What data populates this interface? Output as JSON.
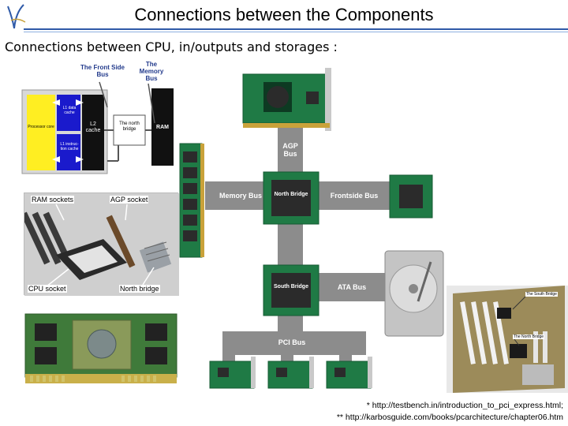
{
  "header": {
    "title": "Connections between the Components",
    "subtitle": "Connections between CPU, in/outputs and storages :"
  },
  "cache_diagram": {
    "front_side_bus": "The Front Side Bus",
    "memory_bus": "The Memory Bus",
    "l1_data_cache": "L1 data cache",
    "l2_cache": "L2 cache",
    "processor_core": "Processor core",
    "l1_instruction_cache": "L1 instruc-tion cache",
    "north_bridge": "The north bridge",
    "ram": "RAM"
  },
  "motherboard_photo": {
    "ram_sockets": "RAM sockets",
    "agp_socket": "AGP socket",
    "cpu_socket": "CPU socket",
    "north_bridge": "North bridge"
  },
  "bus_diagram": {
    "agp_bus": "AGP Bus",
    "memory_bus": "Memory Bus",
    "north_bridge": "North Bridge",
    "frontside_bus": "Frontside Bus",
    "south_bridge": "South Bridge",
    "ata_bus": "ATA Bus",
    "pci_bus": "PCI Bus"
  },
  "board_photo": {
    "south_bridge": "The South Bridge",
    "north_bridge": "The North Bridge"
  },
  "footnotes": {
    "line1": "* http://testbench.in/introduction_to_pci_express.html;",
    "line2": "** http://karbosguide.com/books/pcarchitecture/chapter06.htm"
  },
  "colors": {
    "rule": "#2f5aa8",
    "bus_gray": "#8c8c8c",
    "chip_green": "#1f7a45",
    "chip_dark": "#2b2b2b",
    "cache_blue": "#1a1acc",
    "core_yellow": "#ffee22"
  }
}
